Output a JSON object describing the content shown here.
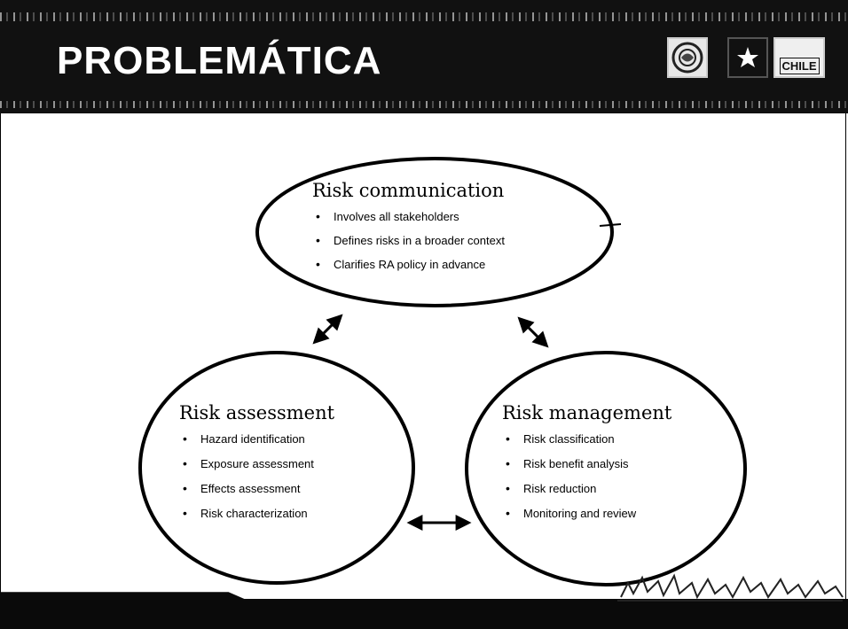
{
  "header": {
    "title": "PROBLEMÁTICA",
    "logos": [
      "university-seal-icon",
      "star-logo-icon",
      "chile-government-logo-icon"
    ],
    "chile_logo_text": "CHILE"
  },
  "diagram": {
    "communication": {
      "heading": "Risk communication",
      "items": [
        "Involves all stakeholders",
        "Defines risks in a broader context",
        "Clarifies RA policy in advance"
      ]
    },
    "assessment": {
      "heading": "Risk assessment",
      "items": [
        "Hazard identification",
        "Exposure assessment",
        "Effects assessment",
        "Risk characterization"
      ]
    },
    "management": {
      "heading": "Risk management",
      "items": [
        "Risk classification",
        "Risk benefit analysis",
        "Risk reduction",
        "Monitoring and review"
      ]
    },
    "arrows": [
      "double-arrow-icon",
      "double-arrow-icon",
      "double-arrow-icon"
    ]
  }
}
